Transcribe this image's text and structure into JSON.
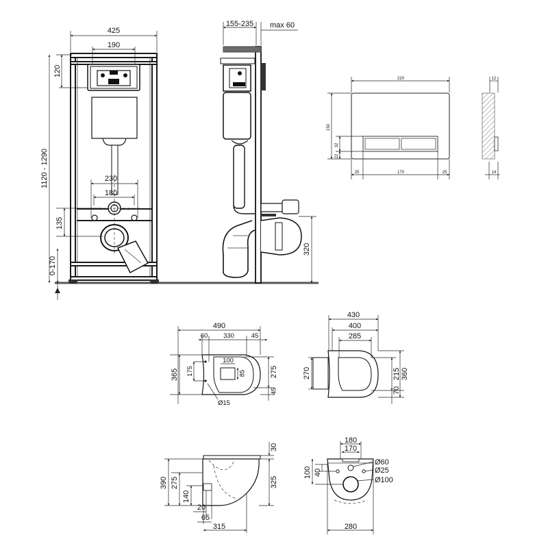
{
  "front": {
    "width": "425",
    "inner_width": "190",
    "top_height": "120",
    "total_height": "1120 - 1290",
    "foot": "0-170",
    "h230": "230",
    "h180": "180",
    "h135": "135"
  },
  "side": {
    "depth": "155-235",
    "wall": "max 60",
    "h320": "320"
  },
  "button": {
    "width": "220",
    "height": "150",
    "h32": "32",
    "h22": "22",
    "left": "25",
    "mid": "170",
    "right": "25",
    "depth_top": "12",
    "depth_bottom": "14"
  },
  "bowl_top": {
    "w490": "490",
    "w60": "60",
    "w330": "330",
    "w45": "45",
    "w100": "100",
    "h365": "365",
    "h175": "175",
    "h85": "85",
    "h275": "275",
    "h45": "45",
    "d15": "Ø15"
  },
  "seat_top": {
    "w430": "430",
    "w400": "400",
    "w285": "285",
    "h270": "270",
    "h215": "215",
    "h360": "360",
    "h70": "70"
  },
  "bowl_side": {
    "h30": "30",
    "h390": "390",
    "h275": "275",
    "h325": "325",
    "h140": "140",
    "h20": "20",
    "h65": "65",
    "w315": "315"
  },
  "bowl_back": {
    "w180": "180",
    "w170": "170",
    "h40": "40",
    "h100": "100",
    "d60": "Ø60",
    "d25": "Ø25",
    "d100": "Ø100",
    "w280": "280"
  }
}
